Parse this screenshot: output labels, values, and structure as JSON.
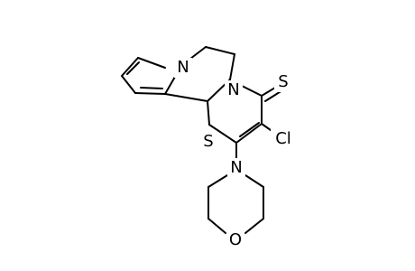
{
  "molecule": {
    "atoms": {
      "n_pyrrole": "N",
      "n_ring": "N",
      "s_ring": "S",
      "s_thione": "S",
      "cl": "Cl",
      "n_morpholine": "N",
      "o_morpholine": "O"
    }
  }
}
